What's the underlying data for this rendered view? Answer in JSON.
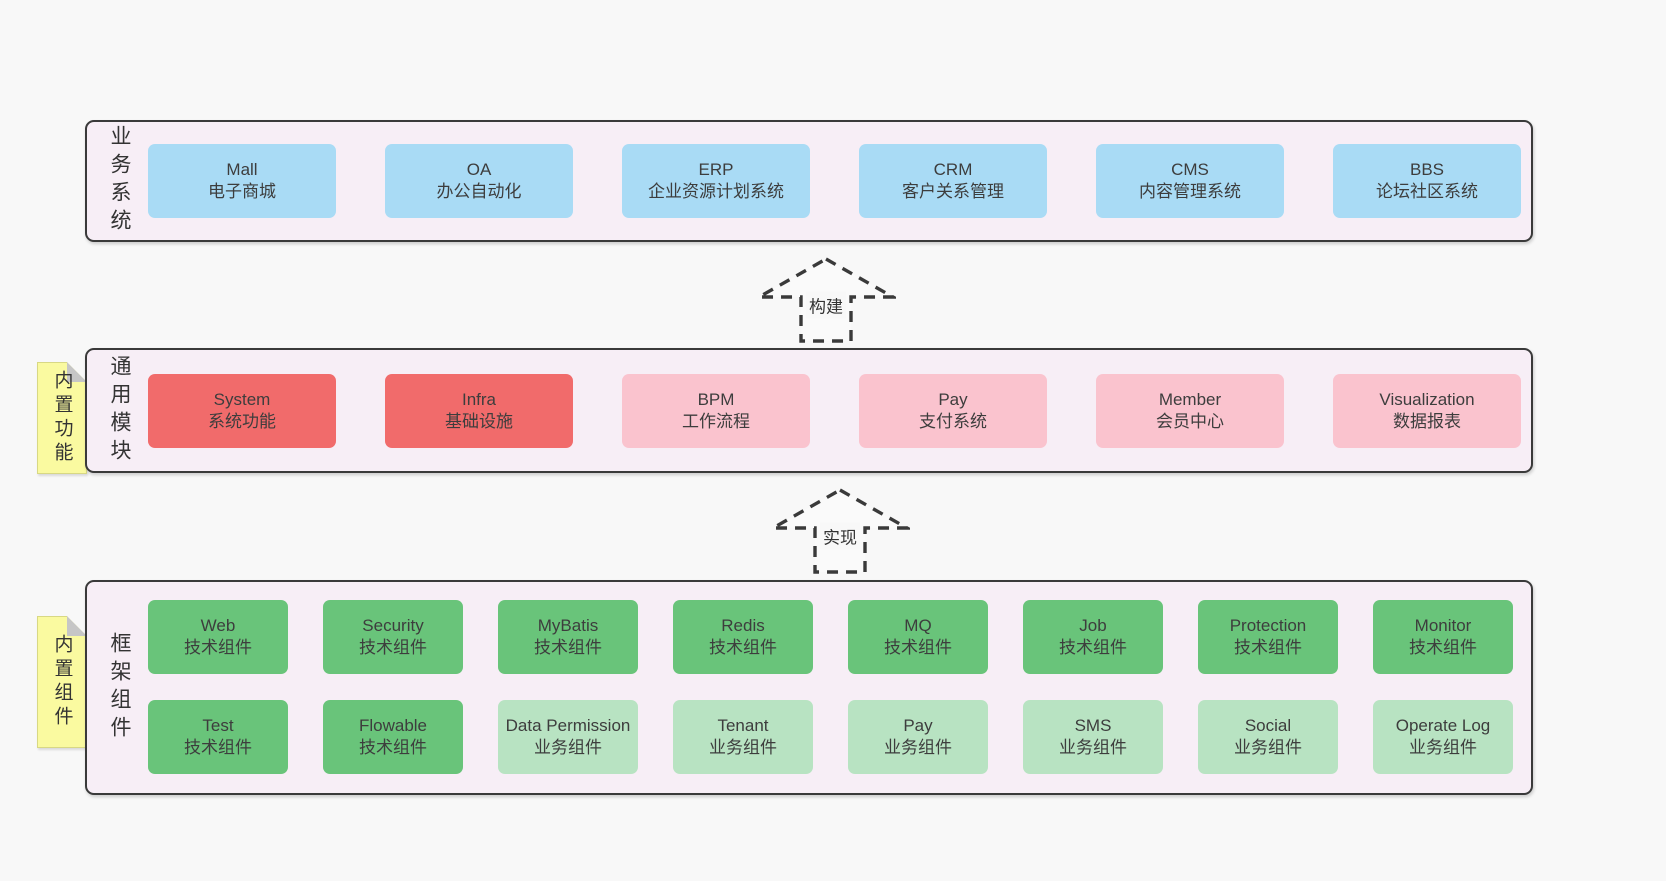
{
  "colors": {
    "page_bg": "#f8f8f8",
    "panel_bg": "#f7eef6",
    "panel_border": "#3a3a3a",
    "blue": "#a9dbf5",
    "red": "#f16b6b",
    "pink": "#fac3ce",
    "green": "#69c47a",
    "lightgreen": "#b8e3c2",
    "note_yellow": "#fafaa0",
    "text": "#3d3d3d"
  },
  "sections": {
    "business": {
      "label": "业务系统",
      "items": [
        {
          "en": "Mall",
          "zh": "电子商城",
          "color": "blue"
        },
        {
          "en": "OA",
          "zh": "办公自动化",
          "color": "blue"
        },
        {
          "en": "ERP",
          "zh": "企业资源计划系统",
          "color": "blue"
        },
        {
          "en": "CRM",
          "zh": "客户关系管理",
          "color": "blue"
        },
        {
          "en": "CMS",
          "zh": "内容管理系统",
          "color": "blue"
        },
        {
          "en": "BBS",
          "zh": "论坛社区系统",
          "color": "blue"
        }
      ]
    },
    "modules": {
      "label": "通用模块",
      "note": "内置功能",
      "items": [
        {
          "en": "System",
          "zh": "系统功能",
          "color": "red"
        },
        {
          "en": "Infra",
          "zh": "基础设施",
          "color": "red"
        },
        {
          "en": "BPM",
          "zh": "工作流程",
          "color": "pink"
        },
        {
          "en": "Pay",
          "zh": "支付系统",
          "color": "pink"
        },
        {
          "en": "Member",
          "zh": "会员中心",
          "color": "pink"
        },
        {
          "en": "Visualization",
          "zh": "数据报表",
          "color": "pink"
        }
      ]
    },
    "components": {
      "label": "框架组件",
      "note": "内置组件",
      "row1": [
        {
          "en": "Web",
          "zh": "技术组件",
          "color": "green"
        },
        {
          "en": "Security",
          "zh": "技术组件",
          "color": "green"
        },
        {
          "en": "MyBatis",
          "zh": "技术组件",
          "color": "green"
        },
        {
          "en": "Redis",
          "zh": "技术组件",
          "color": "green"
        },
        {
          "en": "MQ",
          "zh": "技术组件",
          "color": "green"
        },
        {
          "en": "Job",
          "zh": "技术组件",
          "color": "green"
        },
        {
          "en": "Protection",
          "zh": "技术组件",
          "color": "green"
        },
        {
          "en": "Monitor",
          "zh": "技术组件",
          "color": "green"
        }
      ],
      "row2": [
        {
          "en": "Test",
          "zh": "技术组件",
          "color": "green"
        },
        {
          "en": "Flowable",
          "zh": "技术组件",
          "color": "green"
        },
        {
          "en": "Data Permission",
          "zh": "业务组件",
          "color": "lightgreen"
        },
        {
          "en": "Tenant",
          "zh": "业务组件",
          "color": "lightgreen"
        },
        {
          "en": "Pay",
          "zh": "业务组件",
          "color": "lightgreen"
        },
        {
          "en": "SMS",
          "zh": "业务组件",
          "color": "lightgreen"
        },
        {
          "en": "Social",
          "zh": "业务组件",
          "color": "lightgreen"
        },
        {
          "en": "Operate Log",
          "zh": "业务组件",
          "color": "lightgreen"
        }
      ]
    }
  },
  "arrows": [
    {
      "label": "构建"
    },
    {
      "label": "实现"
    }
  ]
}
